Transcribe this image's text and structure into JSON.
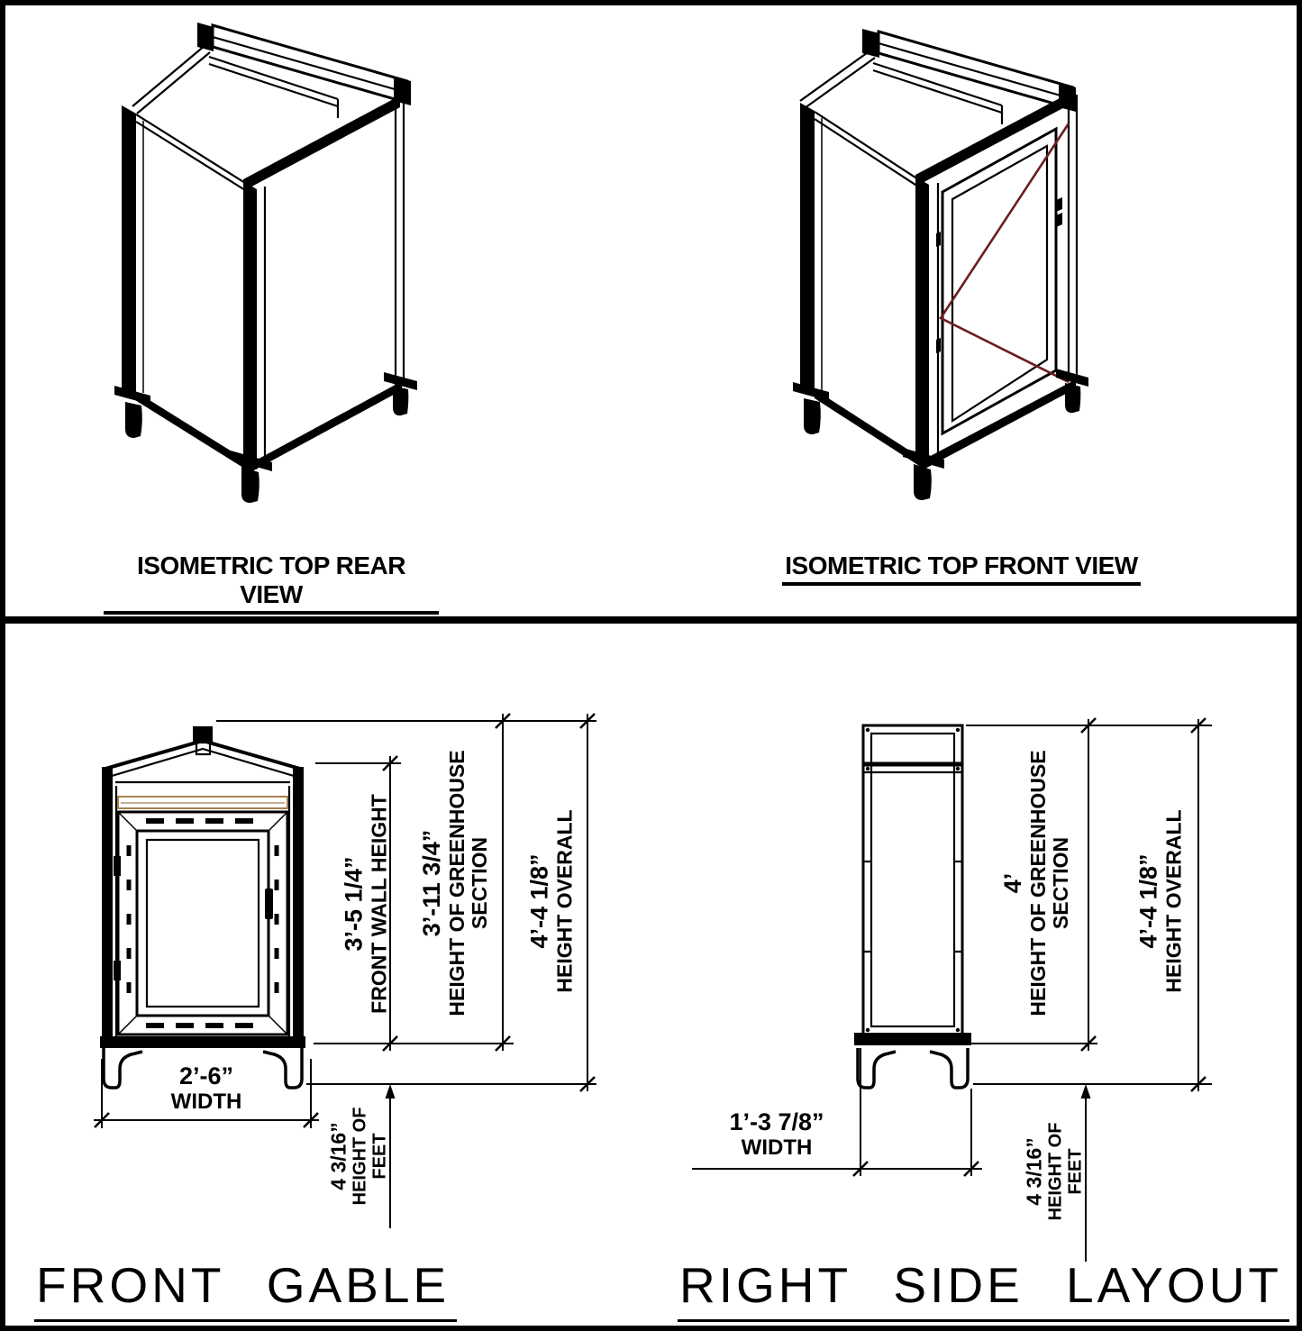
{
  "sheet": {
    "colors": {
      "ink": "#000000",
      "paper": "#ffffff",
      "door_swing_red": "#6d1d1d",
      "trim_tan": "#a5814e"
    }
  },
  "iso_rear": {
    "title": "ISOMETRIC TOP REAR VIEW"
  },
  "iso_front": {
    "title": "ISOMETRIC TOP FRONT VIEW"
  },
  "front_gable": {
    "title": "FRONT GABLE",
    "dim_front_wall": {
      "value": "3’-5 1/4”",
      "line1": "FRONT WALL HEIGHT"
    },
    "dim_greenhouse": {
      "value": "3’-11 3/4”",
      "line1": "HEIGHT OF GREENHOUSE",
      "line2": "SECTION"
    },
    "dim_overall": {
      "value": "4’-4 1/8”",
      "line1": "HEIGHT OVERALL"
    },
    "dim_width": {
      "value": "2’-6”",
      "line1": "WIDTH"
    },
    "dim_feet": {
      "value": "4 3/16”",
      "line1": "HEIGHT OF",
      "line2": "FEET"
    }
  },
  "right_side": {
    "title": "RIGHT SIDE LAYOUT",
    "dim_greenhouse": {
      "value": "4’",
      "line1": "HEIGHT OF GREENHOUSE",
      "line2": "SECTION"
    },
    "dim_overall": {
      "value": "4’-4 1/8”",
      "line1": "HEIGHT OVERALL"
    },
    "dim_width": {
      "value": "1’-3 7/8”",
      "line1": "WIDTH"
    },
    "dim_feet": {
      "value": "4 3/16”",
      "line1": "HEIGHT OF",
      "line2": "FEET"
    }
  }
}
